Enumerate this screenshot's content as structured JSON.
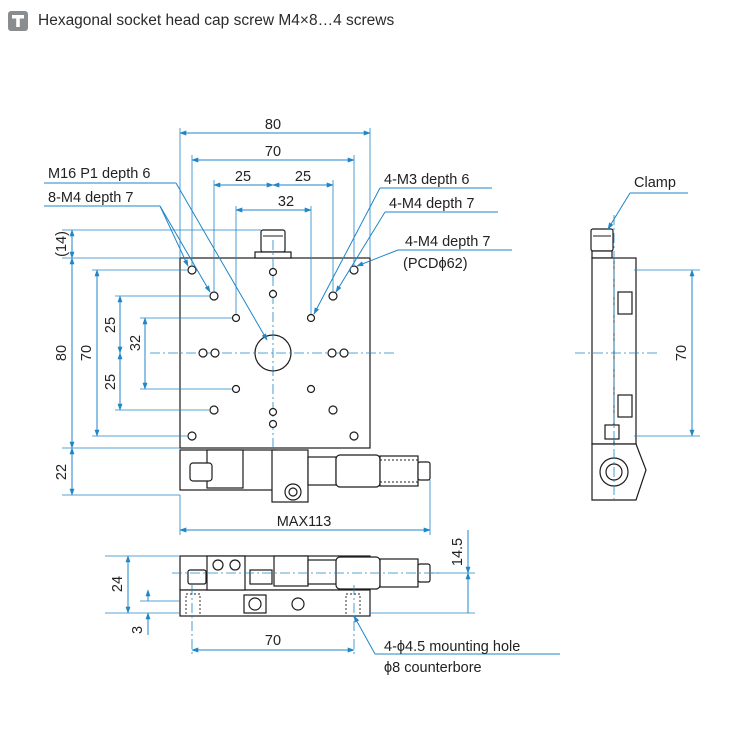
{
  "header": {
    "icon": "t-stage-icon",
    "title": "Hexagonal socket head cap screw M4×8…4 screws"
  },
  "colors": {
    "dimension": "#1f86c8",
    "object": "#1c1c1c",
    "icon_bg": "#8a8d90"
  },
  "top_view": {
    "dims": {
      "overall_width": "80",
      "inner_width": "70",
      "left_half": "25",
      "right_half": "25",
      "center_span": "32",
      "top_offset": "(14)",
      "overall_height": "80",
      "inner_height": "70",
      "upper_25": "25",
      "center_32": "32",
      "lower_25": "25",
      "micrometer_offset": "22",
      "max_length": "MAX113"
    },
    "callouts": {
      "center_hole": "M16 P1 depth 6",
      "m4_8": "8-M4 depth 7",
      "m3_4": "4-M3 depth 6",
      "m4_4": "4-M4 depth 7",
      "m4_pcd": "4-M4 depth 7",
      "pcd": "(PCDϕ62)"
    }
  },
  "side_view": {
    "clamp": "Clamp",
    "height": "70"
  },
  "front_view": {
    "dims": {
      "height": "24",
      "base": "3",
      "offset": "14.5",
      "span": "70"
    },
    "callouts": {
      "mounting_hole": "4-ϕ4.5 mounting hole",
      "counterbore": "ϕ8 counterbore"
    }
  }
}
